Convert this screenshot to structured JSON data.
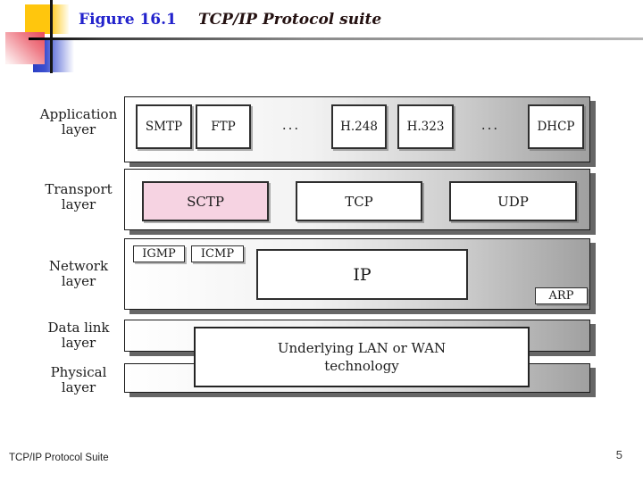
{
  "header": {
    "figure_label": "Figure 16.1",
    "figure_title": "TCP/IP Protocol suite"
  },
  "layers": [
    {
      "name": "Application layer",
      "label_line1": "Application",
      "label_line2": "layer",
      "boxes": [
        "SMTP",
        "FTP",
        "...",
        "H.248",
        "H.323",
        "...",
        "DHCP"
      ]
    },
    {
      "name": "Transport layer",
      "label_line1": "Transport",
      "label_line2": "layer",
      "boxes": [
        "SCTP",
        "TCP",
        "UDP"
      ]
    },
    {
      "name": "Network layer",
      "label_line1": "Network",
      "label_line2": "layer",
      "boxes": [
        "IGMP",
        "ICMP",
        "IP",
        "ARP"
      ]
    },
    {
      "name": "Data link layer",
      "label_line1": "Data link",
      "label_line2": "layer",
      "boxes": []
    },
    {
      "name": "Physical layer",
      "label_line1": "Physical",
      "label_line2": "layer",
      "boxes": []
    }
  ],
  "underlying_box": {
    "line1": "Underlying LAN or WAN",
    "line2": "technology"
  },
  "footer": {
    "title": "TCP/IP Protocol Suite",
    "page_number": "5"
  },
  "colors": {
    "figure_label_blue": "#2222cc",
    "figure_title_maroon": "#241111",
    "sctp_pink": "#f6d3e2",
    "band_gradient_end_gray": "#a0a0a0",
    "band_shadow_gray": "#666666",
    "decoration_yellow": "#ffc60d",
    "decoration_red": "#e8495a",
    "decoration_blue": "#2b3fc4"
  }
}
